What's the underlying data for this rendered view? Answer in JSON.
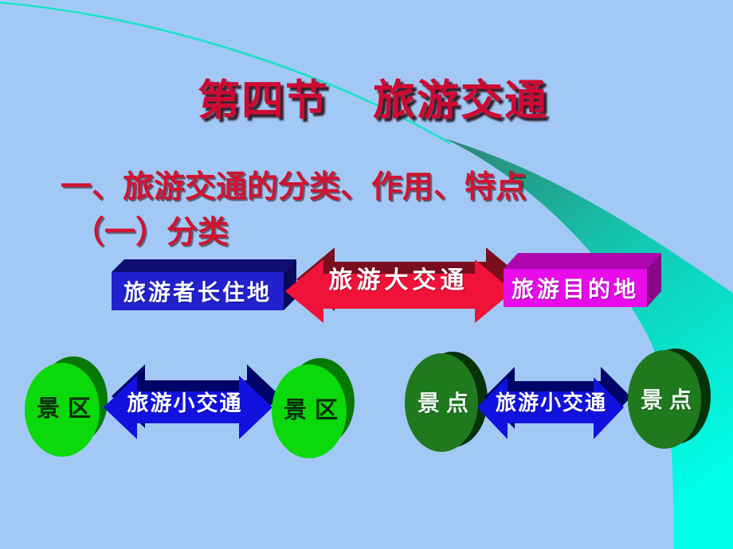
{
  "slide": {
    "title": "第四节　旅游交通",
    "heading": "一、旅游交通的分类、作用、特点",
    "subheading": "（一）分类"
  },
  "diagram": {
    "top_row": {
      "origin_box_label": "旅游者长住地",
      "arrow_label": "旅游大交通",
      "destination_box_label": "旅游目的地"
    },
    "bottom_left_group": {
      "left_cylinder_label": "景区",
      "arrow_label": "旅游小交通",
      "right_cylinder_label": "景区"
    },
    "bottom_right_group": {
      "left_cylinder_label": "景点",
      "arrow_label": "旅游小交通",
      "right_cylinder_label": "景点"
    }
  },
  "colors": {
    "background": "#A2C9F5",
    "title_red": "#CE0A33",
    "body_red": "#D01431",
    "box_blue_front": "#2121CE",
    "box_blue_top": "#0D0D72",
    "box_magenta_front": "#E80CE8",
    "box_magenta_top": "#AC06AC",
    "arrow_red": "#F01238",
    "arrow_red_shadow": "#7A0E1E",
    "arrow_blue": "#1212E0",
    "arrow_blue_shadow": "#000468",
    "cylinder_bright_green": "#0BD90B",
    "cylinder_bright_green_back": "#077907",
    "cylinder_dark_green": "#1E7A1C",
    "cylinder_dark_green_back": "#06330A",
    "swoosh_teal": "#2E8573",
    "swoosh_cyan": "#00FFE9"
  }
}
